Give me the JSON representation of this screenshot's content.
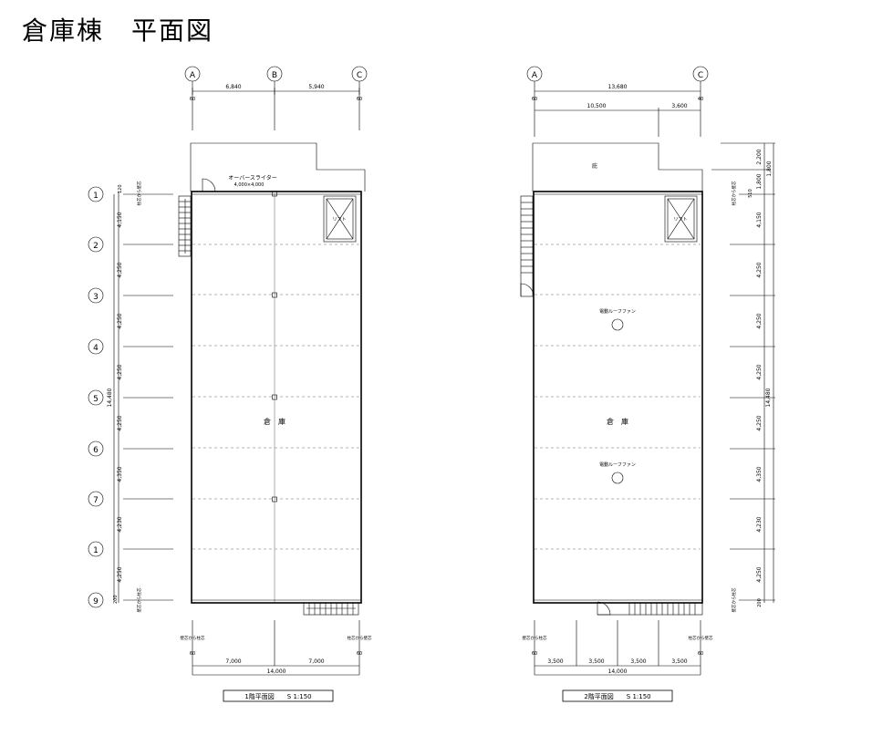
{
  "title": "倉庫棟　平面図",
  "plan1": {
    "col_labels": [
      "A",
      "B",
      "C"
    ],
    "top_dims": [
      "6,840",
      "5,940"
    ],
    "top_offsets": [
      "60",
      "60"
    ],
    "row_labels": [
      "1",
      "2",
      "3",
      "4",
      "5",
      "6",
      "7",
      "1",
      "9"
    ],
    "row_dims": [
      "4,150",
      "4,250",
      "4,250",
      "4,250",
      "4,250",
      "4,350",
      "4,230",
      "4,250"
    ],
    "total_vertical": "14,480",
    "top_offset_v": "120",
    "bottom_offset_v": "200",
    "shutter_label": "オーバースライター",
    "shutter_size": "4,000×4,000",
    "room_label": "倉　庫",
    "lift_label": "リフト",
    "side_note_top": "柱芯から壁芯",
    "side_note_bottom": "壁芯から柱芯",
    "bottom_note_left": "壁芯から柱芯",
    "bottom_note_right": "柱芯から壁芯",
    "bottom_offsets": [
      "60",
      "60"
    ],
    "bottom_dims": [
      "7,000",
      "7,000"
    ],
    "bottom_total": "14,000",
    "caption": "1階平面図　　S 1:150"
  },
  "plan2": {
    "col_labels": [
      "A",
      "C"
    ],
    "top_total": "13,680",
    "top_dims": [
      "10,500",
      "3,600"
    ],
    "top_offsets": [
      "60",
      "40"
    ],
    "roof_label": "庇",
    "right_dims": [
      "2,200",
      "1,800",
      "1,800",
      "4,150",
      "4,250",
      "4,250",
      "4,250",
      "4,250",
      "4,350",
      "4,230",
      "4,250"
    ],
    "right_offsets": [
      "510",
      "200"
    ],
    "total_vertical": "14,480",
    "room_label": "倉　庫",
    "lift_label": "リフト",
    "fan1_label": "電動ルーフファン",
    "fan2_label": "電動ルーフファン",
    "side_note_top": "柱芯から壁芯",
    "side_note_bottom": "壁芯から柱芯",
    "bottom_note_left": "壁芯から柱芯",
    "bottom_note_right": "柱芯から壁芯",
    "bottom_offsets": [
      "60",
      "60"
    ],
    "bottom_dims": [
      "3,500",
      "3,500",
      "3,500",
      "3,500"
    ],
    "bottom_total": "14,000",
    "caption": "2階平面図　　S 1:150"
  }
}
